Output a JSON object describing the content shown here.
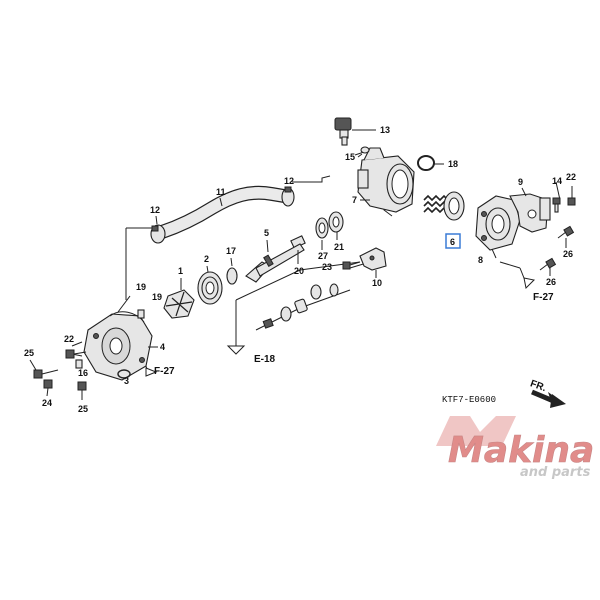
{
  "diagram": {
    "parts": {
      "p1": "1",
      "p2": "2",
      "p3": "3",
      "p4": "4",
      "p5": "5",
      "p6": "6",
      "p7": "7",
      "p8": "8",
      "p9": "9",
      "p10": "10",
      "p11": "11",
      "p12a": "12",
      "p12b": "12",
      "p13": "13",
      "p14": "14",
      "p15": "15",
      "p16": "16",
      "p17": "17",
      "p18": "18",
      "p19": "19",
      "p20": "20",
      "p21": "21",
      "p22a": "22",
      "p22b": "22",
      "p23": "23",
      "p24": "24",
      "p25a": "25",
      "p25b": "25",
      "p26a": "26",
      "p26b": "26",
      "p27": "27"
    },
    "refs": {
      "f27_left": "F-27",
      "f27_right": "F-27",
      "e18": "E-18"
    },
    "diagram_code": "KTF7-E0600",
    "direction_label": "FR.",
    "highlight_color": "#3a7bd5"
  },
  "watermark": {
    "brand": "Makina",
    "tagline": "and parts",
    "colors": {
      "primary": "#c9302c",
      "secondary": "#9a9a9a"
    }
  }
}
